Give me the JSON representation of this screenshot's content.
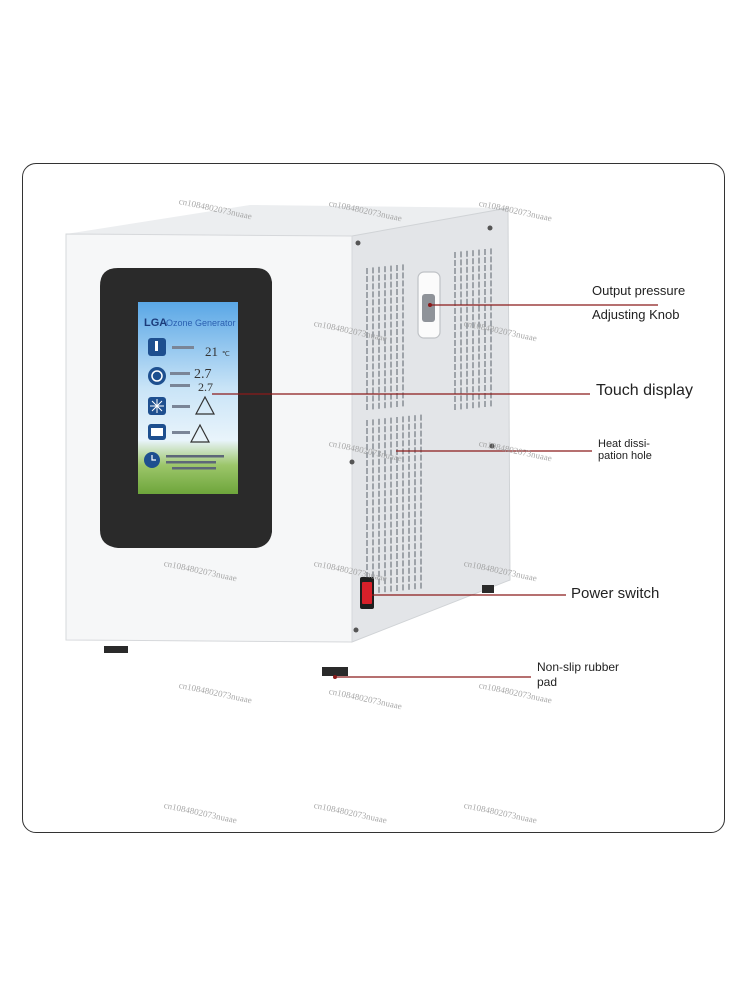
{
  "labels": {
    "knob_line1": "Output pressure",
    "knob_line2": "Adjusting Knob",
    "touch": "Touch display",
    "heat_line1": "Heat dissi-",
    "heat_line2": "pation hole",
    "power": "Power switch",
    "pad_line1": "Non-slip rubber",
    "pad_line2": "pad"
  },
  "screen": {
    "brand": "LGA",
    "title": "Ozone Generator",
    "temp_value": "21",
    "temp_unit": "℃",
    "pressure_value_1": "2.7",
    "pressure_value_2": "2.7"
  },
  "watermark": "cn1084802073nuaae",
  "colors": {
    "leader_line": "#8b1a1a",
    "device_body": "#f4f5f6",
    "bezel": "#2a2a2a",
    "switch": "#d8202a"
  }
}
